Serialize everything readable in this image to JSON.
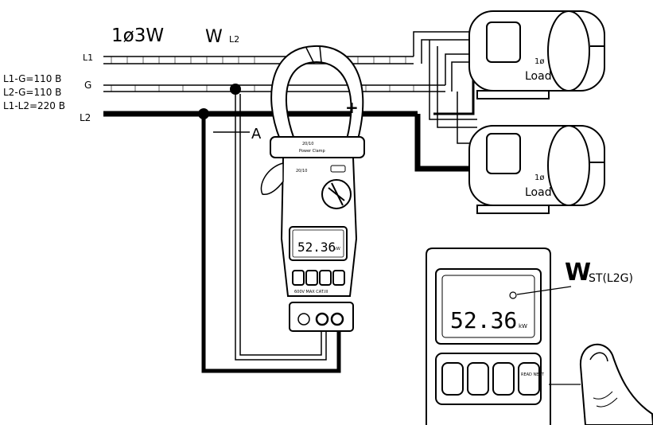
{
  "diagram": {
    "system_label": "1ø3W",
    "measurement_label": "W",
    "measurement_sub": "L2",
    "line_labels": {
      "l1": "L1",
      "g": "G",
      "l2": "L2"
    },
    "voltages": [
      "L1-G=110 B",
      "L2-G=110 B",
      "L1-L2=220 B"
    ],
    "current_label": "A",
    "polarity_mark": "+",
    "loads": [
      {
        "phase_label": "1ø",
        "name": "Load"
      },
      {
        "phase_label": "1ø",
        "name": "Load"
      }
    ]
  },
  "meter": {
    "model_text": "20/10",
    "brand_text": "Power Clamp",
    "display_reading": "52.36",
    "display_unit": "kW",
    "range_text": "20/10",
    "cat_rating": "600V MAX CAT.III",
    "buttons": [
      "◘",
      "◘",
      "◘",
      "◘"
    ]
  },
  "zoom_panel": {
    "callout_main": "W",
    "callout_sub": "ST(L2G)",
    "display_reading": "52.36",
    "display_unit": "kW",
    "buttons": [
      "",
      "",
      "",
      "READ NEXT"
    ]
  }
}
